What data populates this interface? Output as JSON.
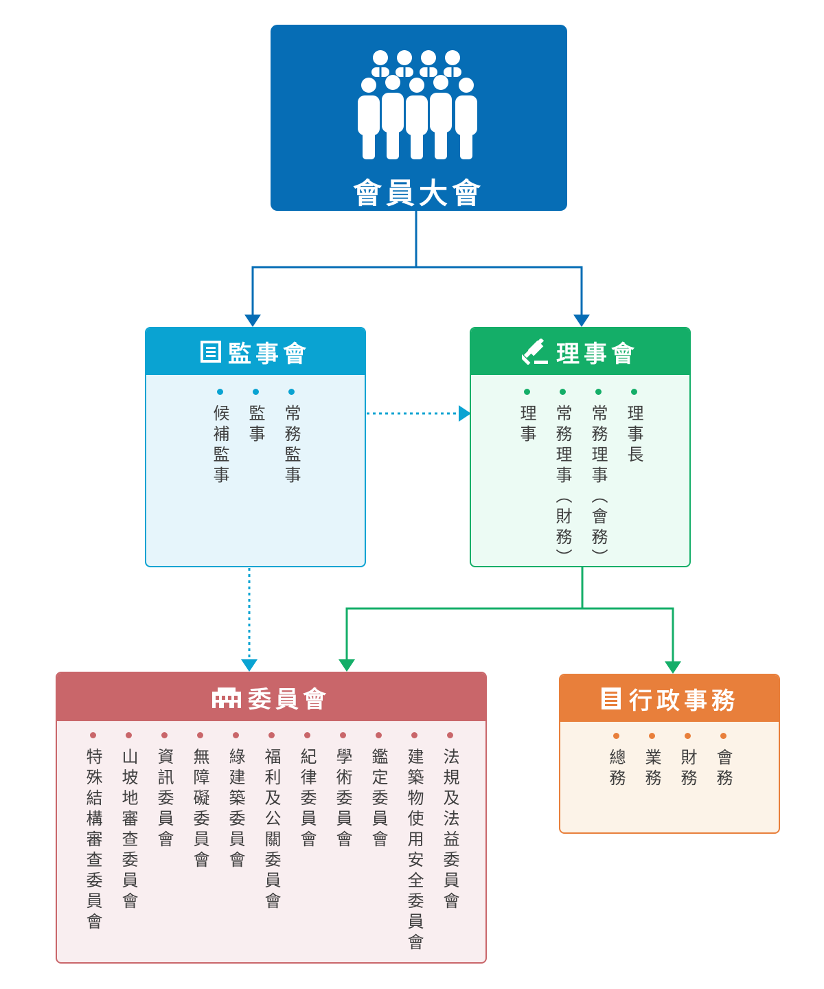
{
  "colors": {
    "general_assembly": "#066db5",
    "supervisors": "#0aa3d2",
    "directors": "#14ae68",
    "committees": "#c9666a",
    "administration": "#e87f3b"
  },
  "general_assembly": {
    "title": "會員大會",
    "icon": "people-group-icon"
  },
  "supervisors": {
    "title": "監事會",
    "icon": "list-icon",
    "members": [
      "常務監事",
      "監事",
      "候補監事"
    ]
  },
  "directors": {
    "title": "理事會",
    "icon": "gavel-icon",
    "members": [
      "理事長",
      "常務理事（會務）",
      "常務理事（財務）",
      "理事"
    ]
  },
  "committees": {
    "title": "委員會",
    "icon": "building-icon",
    "members": [
      "法規及法益委員會",
      "建築物使用安全委員會",
      "鑑定委員會",
      "學術委員會",
      "紀律委員會",
      "福利及公關委員會",
      "綠建築委員會",
      "無障礙委員會",
      "資訊委員會",
      "山坡地審查委員會",
      "特殊結構審查委員會"
    ]
  },
  "administration": {
    "title": "行政事務",
    "icon": "document-icon",
    "members": [
      "會務",
      "財務",
      "業務",
      "總務"
    ]
  }
}
